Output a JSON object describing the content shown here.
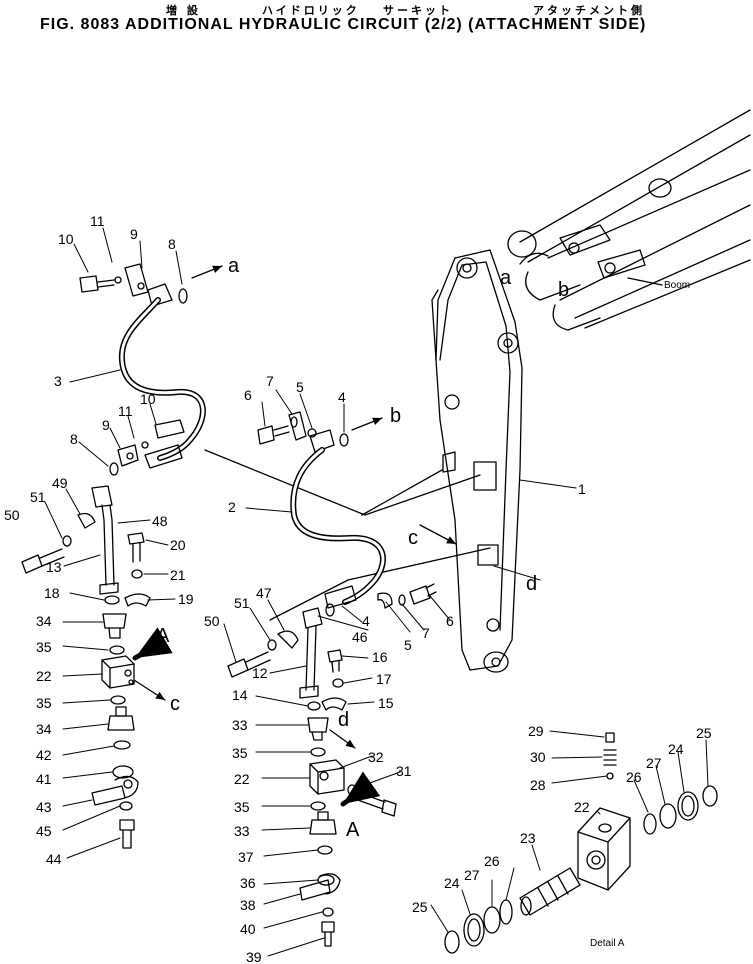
{
  "header": {
    "jp_additional": "増 設",
    "jp_hydraulic": "ハイドロリック",
    "jp_circuit": "サーキット",
    "jp_attachment": "アタッチメント側",
    "title": "FIG. 8083   ADDITIONAL  HYDRAULIC  CIRCUIT  (2/2)  (ATTACHMENT  SIDE)"
  },
  "labels": {
    "boom": "Boom",
    "detail_a": "Detail  A"
  },
  "callouts": [
    {
      "id": "c10a",
      "text": "10"
    },
    {
      "id": "c11a",
      "text": "11"
    },
    {
      "id": "c9a",
      "text": "9"
    },
    {
      "id": "c8a",
      "text": "8"
    },
    {
      "id": "la1",
      "text": "a"
    },
    {
      "id": "c3",
      "text": "3"
    },
    {
      "id": "c9b",
      "text": "9"
    },
    {
      "id": "c11b",
      "text": "11"
    },
    {
      "id": "c10b",
      "text": "10"
    },
    {
      "id": "c8b",
      "text": "8"
    },
    {
      "id": "c49",
      "text": "49"
    },
    {
      "id": "c51a",
      "text": "51"
    },
    {
      "id": "c50a",
      "text": "50"
    },
    {
      "id": "c48",
      "text": "48"
    },
    {
      "id": "c13",
      "text": "13"
    },
    {
      "id": "c20",
      "text": "20"
    },
    {
      "id": "c21",
      "text": "21"
    },
    {
      "id": "c18",
      "text": "18"
    },
    {
      "id": "c19",
      "text": "19"
    },
    {
      "id": "c34a",
      "text": "34"
    },
    {
      "id": "lA1",
      "text": "A"
    },
    {
      "id": "c35a",
      "text": "35"
    },
    {
      "id": "c22a",
      "text": "22"
    },
    {
      "id": "lc2",
      "text": "c"
    },
    {
      "id": "c35b",
      "text": "35"
    },
    {
      "id": "c34b",
      "text": "34"
    },
    {
      "id": "c42",
      "text": "42"
    },
    {
      "id": "c41",
      "text": "41"
    },
    {
      "id": "c43",
      "text": "43"
    },
    {
      "id": "c45",
      "text": "45"
    },
    {
      "id": "c44",
      "text": "44"
    },
    {
      "id": "c7a",
      "text": "7"
    },
    {
      "id": "c6a",
      "text": "6"
    },
    {
      "id": "c5a",
      "text": "5"
    },
    {
      "id": "c4a",
      "text": "4"
    },
    {
      "id": "lb1",
      "text": "b"
    },
    {
      "id": "c2",
      "text": "2"
    },
    {
      "id": "c47",
      "text": "47"
    },
    {
      "id": "c51b",
      "text": "51"
    },
    {
      "id": "c50b",
      "text": "50"
    },
    {
      "id": "c46",
      "text": "46"
    },
    {
      "id": "c4b",
      "text": "4"
    },
    {
      "id": "c5b",
      "text": "5"
    },
    {
      "id": "c7b",
      "text": "7"
    },
    {
      "id": "c6b",
      "text": "6"
    },
    {
      "id": "c12",
      "text": "12"
    },
    {
      "id": "c16",
      "text": "16"
    },
    {
      "id": "c17",
      "text": "17"
    },
    {
      "id": "c14",
      "text": "14"
    },
    {
      "id": "c15",
      "text": "15"
    },
    {
      "id": "ld2",
      "text": "d"
    },
    {
      "id": "c33a",
      "text": "33"
    },
    {
      "id": "c35c",
      "text": "35"
    },
    {
      "id": "c32",
      "text": "32"
    },
    {
      "id": "c22b",
      "text": "22"
    },
    {
      "id": "c31",
      "text": "31"
    },
    {
      "id": "c35d",
      "text": "35"
    },
    {
      "id": "lA2",
      "text": "A"
    },
    {
      "id": "c33b",
      "text": "33"
    },
    {
      "id": "c37",
      "text": "37"
    },
    {
      "id": "c36",
      "text": "36"
    },
    {
      "id": "c38",
      "text": "38"
    },
    {
      "id": "c40",
      "text": "40"
    },
    {
      "id": "c39",
      "text": "39"
    },
    {
      "id": "c1",
      "text": "1"
    },
    {
      "id": "lc1",
      "text": "c"
    },
    {
      "id": "ld1",
      "text": "d"
    },
    {
      "id": "la2",
      "text": "a"
    },
    {
      "id": "lb2",
      "text": "b"
    },
    {
      "id": "c29",
      "text": "29"
    },
    {
      "id": "c30",
      "text": "30"
    },
    {
      "id": "c28",
      "text": "28"
    },
    {
      "id": "c22c",
      "text": "22"
    },
    {
      "id": "c25a",
      "text": "25"
    },
    {
      "id": "c24a",
      "text": "24"
    },
    {
      "id": "c27a",
      "text": "27"
    },
    {
      "id": "c26a",
      "text": "26"
    },
    {
      "id": "c23",
      "text": "23"
    },
    {
      "id": "c26b",
      "text": "26"
    },
    {
      "id": "c27b",
      "text": "27"
    },
    {
      "id": "c24b",
      "text": "24"
    },
    {
      "id": "c25b",
      "text": "25"
    }
  ]
}
